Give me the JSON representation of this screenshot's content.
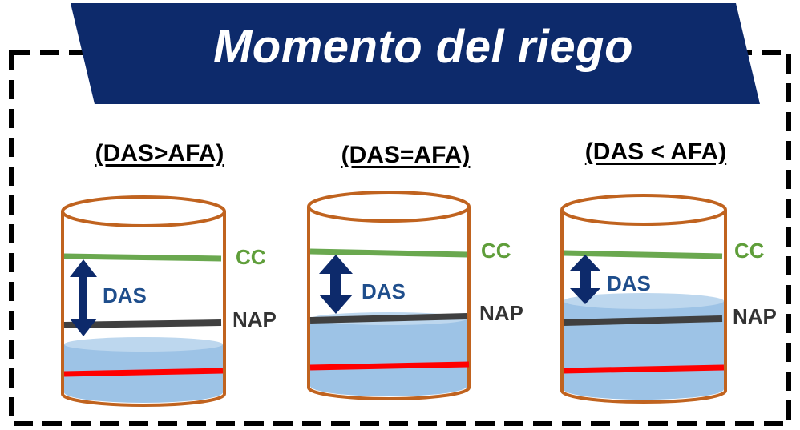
{
  "title": "Momento del riego",
  "colors": {
    "banner": "#0d2a6b",
    "frame": "#000000",
    "cylinder_outline": "#c0631f",
    "water": "#9dc3e6",
    "water_top": "#bdd7ee",
    "cc_line": "#6aa84f",
    "nap_line": "#404040",
    "red_line": "#ff0000",
    "arrow": "#0d2a6b"
  },
  "labels": {
    "cc": "CC",
    "nap": "NAP",
    "das": "DAS"
  },
  "scenarios": [
    {
      "heading": "(DAS>AFA)"
    },
    {
      "heading": "(DAS=AFA)"
    },
    {
      "heading": "(DAS < AFA)"
    }
  ]
}
